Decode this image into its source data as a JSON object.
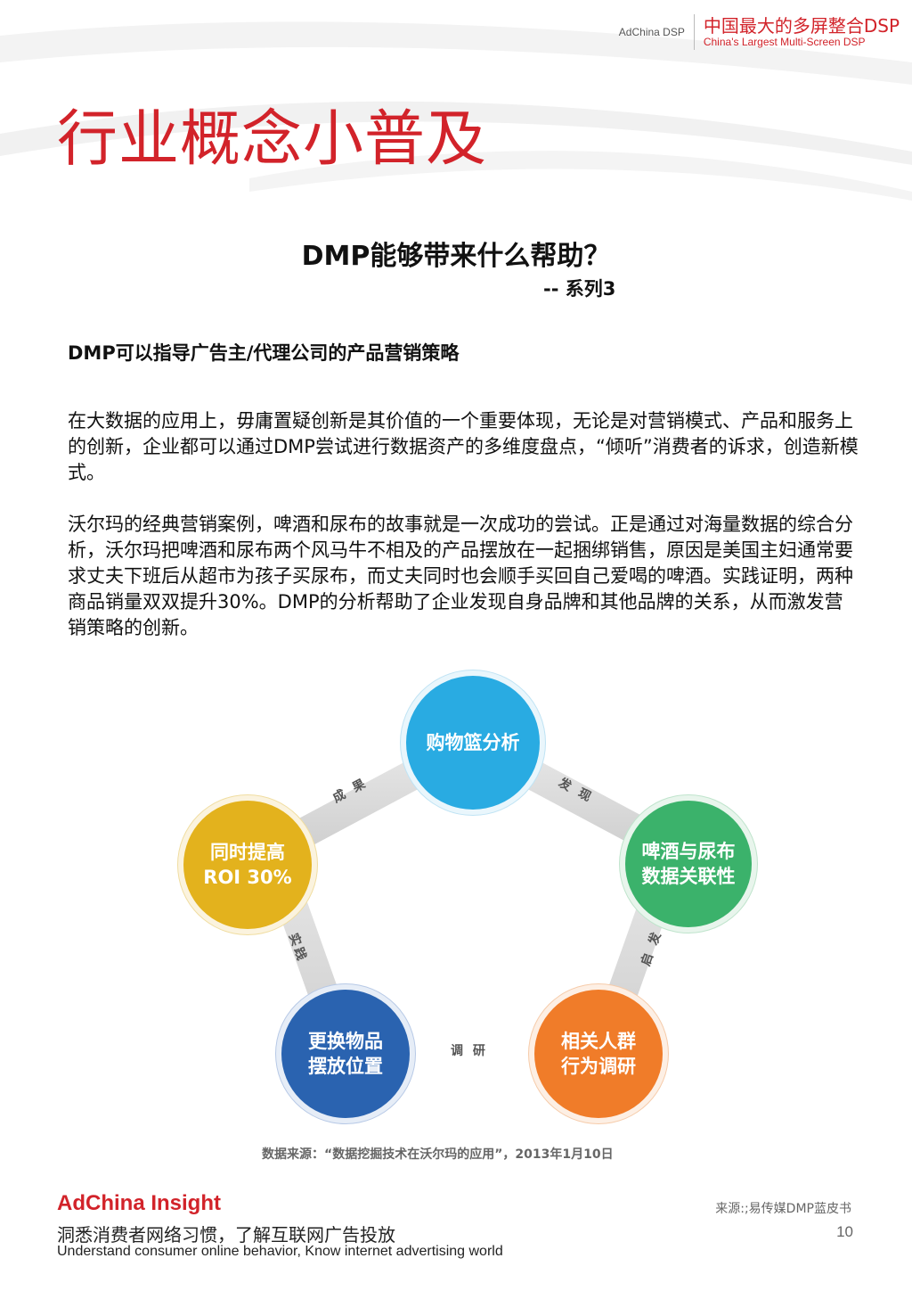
{
  "header": {
    "brand_small": "AdChina DSP",
    "brand_cn": "中国最大的多屏整合DSP",
    "brand_en": "China's Largest Multi-Screen DSP"
  },
  "page_heading": "行业概念小普及",
  "question_title": "DMP能够带来什么帮助？",
  "series_label": "-- 系列3",
  "section_heading": "DMP可以指导广告主/代理公司的产品营销策略",
  "paragraphs": [
    "在大数据的应用上，毋庸置疑创新是其价值的一个重要体现，无论是对营销模式、产品和服务上的创新，企业都可以通过DMP尝试进行数据资产的多维度盘点，“倾听”消费者的诉求，创造新模式。",
    "沃尔玛的经典营销案例，啤酒和尿布的故事就是一次成功的尝试。正是通过对海量数据的综合分析，沃尔玛把啤酒和尿布两个风马牛不相及的产品摆放在一起捆绑销售，原因是美国主妇通常要求丈夫下班后从超市为孩子买尿布，而丈夫同时也会顺手买回自己爱喝的啤酒。实践证明，两种商品销量双双提升30%。DMP的分析帮助了企业发现自身品牌和其他品牌的关系，从而激发营销策略的创新。"
  ],
  "diagram": {
    "nodes": [
      {
        "line1": "购物篮分析",
        "line2": "",
        "color": "#29abe2"
      },
      {
        "line1": "啤酒与尿布",
        "line2": "数据关联性",
        "color": "#3bb26b"
      },
      {
        "line1": "相关人群",
        "line2": "行为调研",
        "color": "#f07c29"
      },
      {
        "line1": "更换物品",
        "line2": "摆放位置",
        "color": "#2a63b0"
      },
      {
        "line1": "同时提高",
        "line2": "ROI 30%",
        "color": "#e3b21d"
      }
    ],
    "connectors": [
      {
        "label": "成 果"
      },
      {
        "label": "发 现"
      },
      {
        "label": "启 发"
      },
      {
        "label": "调 研"
      },
      {
        "label": "实践"
      }
    ],
    "source_note": "数据来源：“数据挖掘技术在沃尔玛的应用”，2013年1月10日"
  },
  "footer": {
    "brand": "AdChina Insight",
    "slogan_cn": "洞悉消费者网络习惯，了解互联网广告投放",
    "slogan_en": "Understand consumer online behavior, Know internet advertising world",
    "source": "来源:;易传媒DMP蓝皮书",
    "page_number": "10"
  }
}
